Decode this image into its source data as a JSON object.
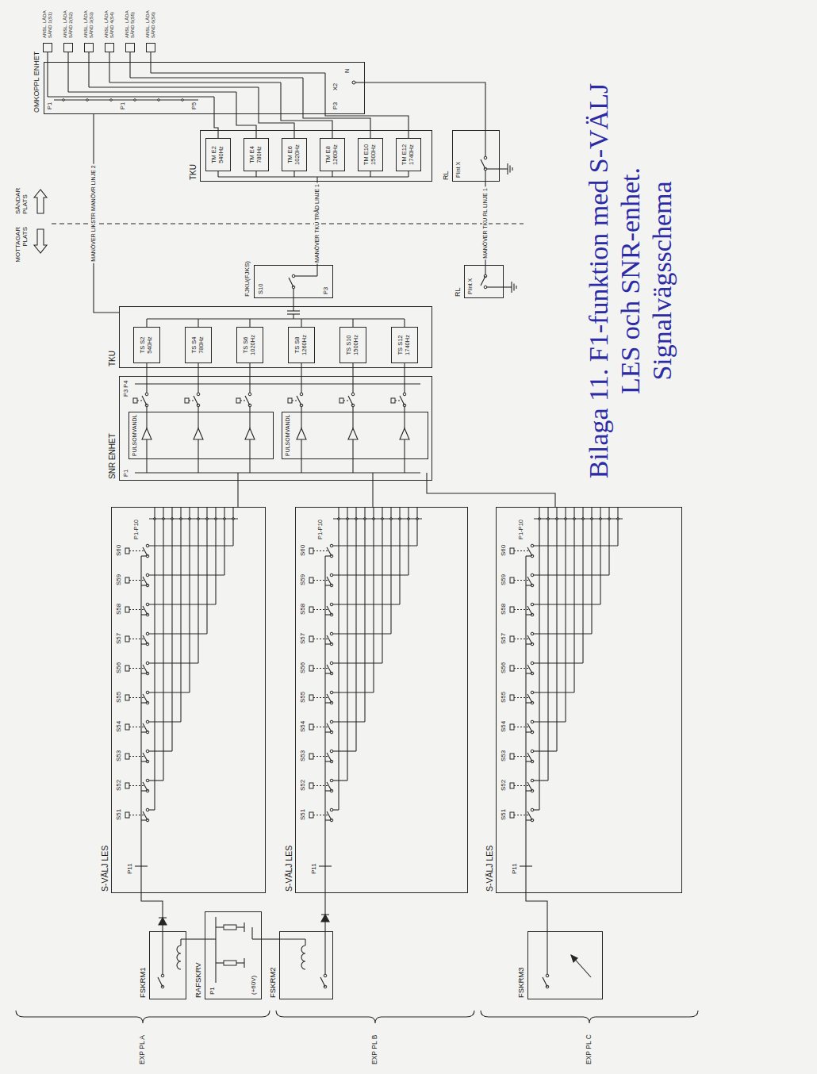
{
  "diagram": {
    "title": "Bilaga 11. F1-funktion med S-VÄLJ LES och SNR-enhet. Signalvägsschema",
    "nodes": [
      {
        "text": [
          "FSKRM1"
        ]
      },
      {
        "text": [
          "RAFSKRV",
          "P1",
          "(+60V)"
        ]
      },
      {
        "text": [
          "FSKRM2"
        ]
      },
      {
        "text": [
          "FSKRM3"
        ]
      },
      {
        "text": [
          "S-VÄLJ LES",
          "P11",
          "S51",
          "S52",
          "S53",
          "S54",
          "S55",
          "S56",
          "S57",
          "S58",
          "S59",
          "S60",
          "P1-P10"
        ]
      },
      {
        "text": [
          "S-VÄLJ LES",
          "P11",
          "S51",
          "S52",
          "S53",
          "S54",
          "S55",
          "S56",
          "S57",
          "S58",
          "S59",
          "S60",
          "P1-P10"
        ]
      },
      {
        "text": [
          "S-VÄLJ LES",
          "P11",
          "S51",
          "S52",
          "S53",
          "S54",
          "S55",
          "S56",
          "S57",
          "S58",
          "S59",
          "S60",
          "P1-P10"
        ]
      },
      {
        "text": [
          "SNR ENHET",
          "P1",
          "P3 P4"
        ]
      },
      {
        "text": [
          "PULSOMVANDL"
        ],
        "in": 7
      },
      {
        "text": [
          "PULSOMVANDL"
        ],
        "in": 7
      },
      {
        "text": [
          "TKU"
        ]
      },
      {
        "text": [
          "TS S2",
          "540Hz"
        ],
        "in": 10
      },
      {
        "text": [
          "TS S4",
          "780Hz"
        ],
        "in": 10
      },
      {
        "text": [
          "TS S6",
          "1020Hz"
        ],
        "in": 10
      },
      {
        "text": [
          "TS S8",
          "1260Hz"
        ],
        "in": 10
      },
      {
        "text": [
          "TS S10",
          "1500Hz"
        ],
        "in": 10
      },
      {
        "text": [
          "TS S12",
          "1740Hz"
        ],
        "in": 10
      },
      {
        "text": [
          "FJKU(FJKS)",
          "S10",
          "P3"
        ]
      },
      {
        "text": [
          "RL",
          "Plint X"
        ]
      },
      {
        "text": [
          "TKU"
        ]
      },
      {
        "text": [
          "TM E2",
          "540Hz"
        ],
        "in": 19
      },
      {
        "text": [
          "TM E4",
          "780Hz"
        ],
        "in": 19
      },
      {
        "text": [
          "TM E6",
          "1020Hz"
        ],
        "in": 19
      },
      {
        "text": [
          "TM E8",
          "1260Hz"
        ],
        "in": 19
      },
      {
        "text": [
          "TM E10",
          "1500Hz"
        ],
        "in": 19
      },
      {
        "text": [
          "TM E12",
          "1740Hz"
        ],
        "in": 19
      },
      {
        "text": [
          "RL",
          "Plint X"
        ]
      },
      {
        "text": [
          "OMKOPPL ENHET",
          "P1",
          "P1",
          "P5",
          "P3",
          "X2",
          "N"
        ]
      },
      {
        "text": [
          "ANSL. LÅDA SÄND 1(S1)"
        ]
      },
      {
        "text": [
          "ANSL. LÅDA SÄND 2(S2)"
        ]
      },
      {
        "text": [
          "ANSL. LÅDA SÄND 3(S3)"
        ]
      },
      {
        "text": [
          "ANSL. LÅDA SÄND 4(S4)"
        ]
      },
      {
        "text": [
          "ANSL. LÅDA SÄND 5(S5)"
        ]
      },
      {
        "text": [
          "ANSL. LÅDA SÄND 6(S6)"
        ]
      }
    ],
    "edges": [
      {
        "from": 0,
        "to": 4,
        "arrow": "none"
      },
      {
        "from": 1,
        "to": 0,
        "arrow": "none"
      },
      {
        "from": 1,
        "to": 2,
        "arrow": "none"
      },
      {
        "from": 2,
        "to": 5,
        "arrow": "none"
      },
      {
        "from": 3,
        "to": 6,
        "arrow": "none"
      },
      {
        "from": 4,
        "to": 7,
        "arrow": "none"
      },
      {
        "from": 5,
        "to": 7,
        "arrow": "none"
      },
      {
        "from": 6,
        "to": 7,
        "arrow": "none"
      },
      {
        "from": 7,
        "to": 11,
        "arrow": "none"
      },
      {
        "from": 7,
        "to": 12,
        "arrow": "none"
      },
      {
        "from": 7,
        "to": 13,
        "arrow": "none"
      },
      {
        "from": 7,
        "to": 14,
        "arrow": "none"
      },
      {
        "from": 7,
        "to": 15,
        "arrow": "none"
      },
      {
        "from": 7,
        "to": 16,
        "arrow": "none"
      },
      {
        "from": 10,
        "to": 17,
        "arrow": "none"
      },
      {
        "from": 17,
        "to": 19,
        "label": "MANÖVER TKU TRÅD LINJE 1",
        "arrow": "none"
      },
      {
        "from": 18,
        "to": 26,
        "label": "MANÖVER TKU RL LINJE 1",
        "arrow": "none"
      },
      {
        "from": 10,
        "to": 27,
        "label": "MANÖVER LIKSTR MANÖVR LINJE 2",
        "arrow": "none"
      },
      {
        "from": 20,
        "to": 27,
        "arrow": "none"
      },
      {
        "from": 21,
        "to": 27,
        "arrow": "none"
      },
      {
        "from": 22,
        "to": 27,
        "arrow": "none"
      },
      {
        "from": 23,
        "to": 27,
        "arrow": "none"
      },
      {
        "from": 24,
        "to": 27,
        "arrow": "none"
      },
      {
        "from": 25,
        "to": 27,
        "arrow": "none"
      },
      {
        "from": 26,
        "to": 27,
        "arrow": "none"
      },
      {
        "from": 27,
        "to": 28,
        "arrow": "none"
      },
      {
        "from": 27,
        "to": 29,
        "arrow": "none"
      },
      {
        "from": 27,
        "to": 30,
        "arrow": "none"
      },
      {
        "from": 27,
        "to": 31,
        "arrow": "none"
      },
      {
        "from": 27,
        "to": 32,
        "arrow": "none"
      },
      {
        "from": 27,
        "to": 33,
        "arrow": "none"
      }
    ],
    "labels": [
      "EXP PL A",
      "EXP PL B",
      "EXP PL C",
      "MOTTAGAR PLATS",
      "SÄNDAR PLATS"
    ]
  }
}
